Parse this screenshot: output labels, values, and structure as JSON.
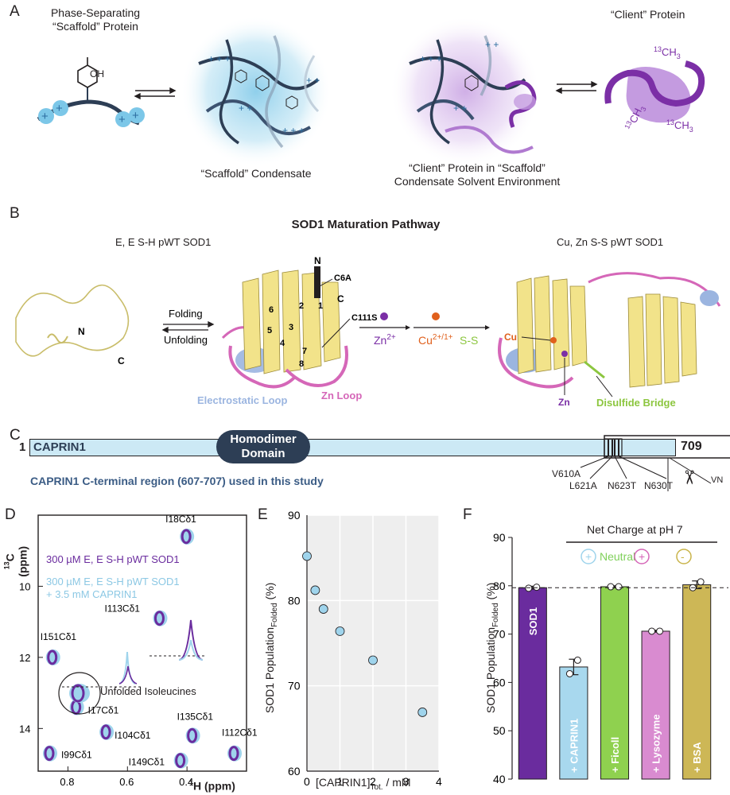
{
  "panel_labels": {
    "a": "A",
    "b": "B",
    "c": "C",
    "d": "D",
    "e": "E",
    "f": "F"
  },
  "panel_a": {
    "scaffold_title_line1": "Phase-Separating",
    "scaffold_title_line2": "“Scaffold” Protein",
    "client_title": "“Client” Protein",
    "condensate_label": "“Scaffold” Condensate",
    "client_in_condensate_line1": "“Client” Protein in “Scaffold”",
    "client_in_condensate_line2": "Condensate Solvent Environment",
    "oh_label": "OH",
    "methyl_label": "13CH3",
    "colors": {
      "condensate_blue": "#7cc7e8",
      "client_purple": "#7b2fa6",
      "scaffold_dark": "#2d3e55"
    }
  },
  "panel_b": {
    "title": "SOD1 Maturation Pathway",
    "left_state": "E, E S-H pWT SOD1",
    "right_state": "Cu, Zn S-S pWT SOD1",
    "folding_label": "Folding",
    "unfolding_label": "Unfolding",
    "zn_step": "Zn2+",
    "cu_step": "Cu2+/1+",
    "ss_step": "S-S",
    "mutations": [
      "C6A",
      "C111S"
    ],
    "terminus_n": "N",
    "terminus_c": "C",
    "strand_numbers": [
      "1",
      "2",
      "3",
      "4",
      "5",
      "6",
      "7",
      "8"
    ],
    "electrostatic_loop": "Electrostatic Loop",
    "zn_loop": "Zn Loop",
    "cu_label": "Cu",
    "zn_label": "Zn",
    "disulfide_label": "Disulfide Bridge",
    "colors": {
      "beta": "#f2e38a",
      "zn_loop": "#d567b8",
      "electrostatic_loop": "#9bb5e0",
      "zn": "#7b2fa6",
      "cu": "#e0601c",
      "disulfide": "#8cc63f"
    }
  },
  "panel_c": {
    "start_residue": "1",
    "end_residue": "709",
    "protein_name": "CAPRIN1",
    "domain_line1": "Homodimer",
    "domain_line2": "Domain",
    "region_caption": "CAPRIN1 C-terminal region (607-707) used in this study",
    "mutations": [
      "V610A",
      "L621A",
      "N623T",
      "N630T"
    ],
    "cut_label": "VN",
    "scissors": "✂"
  },
  "panel_d": {
    "y_axis_label": "13C (ppm)",
    "x_axis_label": "1H (ppm)",
    "legend_1": "300 µM E, E S-H pWT SOD1",
    "legend_2_line1": "300 µM E, E S-H pWT SOD1",
    "legend_2_line2": "+ 3.5 mM CAPRIN1",
    "x_ticks": [
      "0.8",
      "0.6",
      "0.4"
    ],
    "y_ticks": [
      "10",
      "12",
      "14"
    ],
    "x_range": [
      0.9,
      0.2
    ],
    "y_range": [
      8.0,
      15.2
    ],
    "peaks": [
      {
        "label": "I18Cδ1",
        "h": 0.4,
        "c": 8.6
      },
      {
        "label": "I113Cδ1",
        "h": 0.49,
        "c": 10.9
      },
      {
        "label": "I151Cδ1",
        "h": 0.85,
        "c": 12.0
      },
      {
        "label": "I17Cδ1",
        "h": 0.77,
        "c": 13.4
      },
      {
        "label": "I104Cδ1",
        "h": 0.67,
        "c": 14.1
      },
      {
        "label": "I99Cδ1",
        "h": 0.86,
        "c": 14.7
      },
      {
        "label": "I135Cδ1",
        "h": 0.38,
        "c": 14.2
      },
      {
        "label": "I112Cδ1",
        "h": 0.24,
        "c": 14.7
      },
      {
        "label": "I149Cδ1",
        "h": 0.42,
        "c": 14.9
      }
    ],
    "unfolded_label": "Unfolded Isoleucines",
    "colors": {
      "series_1": "#6a2c9e",
      "series_2": "#9fd4ec"
    }
  },
  "chart_data": [
    {
      "type": "scatter",
      "xlabel": "[CAPRIN1]Tot. / mM",
      "ylabel": "SOD1 PopulationFolded (%)",
      "xlim": [
        0,
        4
      ],
      "ylim": [
        60,
        90
      ],
      "x_ticks": [
        "0",
        "1",
        "2",
        "3",
        "4"
      ],
      "y_ticks": [
        "60",
        "70",
        "80",
        "90"
      ],
      "grid": true,
      "x": [
        0.0,
        0.25,
        0.5,
        1.0,
        2.0,
        3.5
      ],
      "y": [
        85.2,
        81.2,
        79.0,
        76.4,
        73.0,
        66.9
      ],
      "colors": {
        "point": "#9fd4ec",
        "background": "#eeeeee"
      }
    },
    {
      "type": "bar",
      "title": "Net Charge at pH 7",
      "ylabel": "SOD1 PopulationFolded (%)",
      "ylim": [
        40,
        90
      ],
      "y_ticks": [
        "40",
        "50",
        "60",
        "70",
        "80",
        "90"
      ],
      "categories": [
        "SOD1",
        "+ CAPRIN1",
        "+ Ficoll",
        "+ Lysozyme",
        "+ BSA"
      ],
      "values": [
        79.6,
        63.2,
        79.8,
        70.6,
        80.2
      ],
      "errors": [
        0.3,
        1.6,
        0.2,
        0.2,
        0.8
      ],
      "replicates": [
        [
          79.5,
          79.7
        ],
        [
          61.8,
          64.6
        ],
        [
          79.8,
          79.8
        ],
        [
          70.6,
          70.6
        ],
        [
          79.6,
          80.8
        ]
      ],
      "reference_line": 79.6,
      "charge_groups": [
        {
          "symbol": "+",
          "label": "Neutral",
          "color": "#7fd05a",
          "circle_color": "#9fd4ec"
        },
        {
          "symbol": "+",
          "label": "",
          "color": "#d567b8",
          "circle_color": "#d567b8"
        },
        {
          "symbol": "-",
          "label": "",
          "color": "#c9b44a",
          "circle_color": "#c9b44a"
        }
      ],
      "bar_colors": [
        "#6a2c9e",
        "#a8d8ee",
        "#8fd14f",
        "#d98bd0",
        "#cdb756"
      ]
    }
  ]
}
